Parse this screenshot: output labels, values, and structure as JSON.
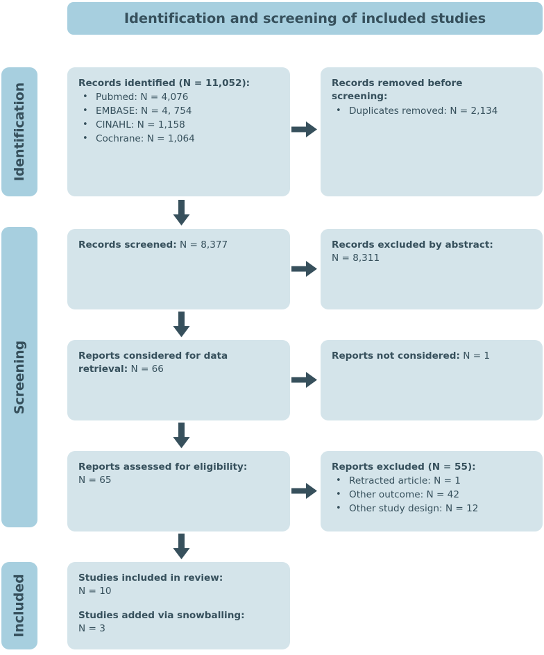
{
  "title": {
    "text": "Identification and screening of included studies"
  },
  "colors": {
    "banner": "#a7cfdf",
    "box": "#d4e4ea",
    "text": "#36505c",
    "arrow": "#37505c",
    "background": "#ffffff"
  },
  "stages": [
    {
      "id": "identification",
      "label": "Identification"
    },
    {
      "id": "screening",
      "label": "Screening"
    },
    {
      "id": "included",
      "label": "Included"
    }
  ],
  "chart_data": {
    "type": "diagram",
    "title": "Identification and screening of included studies",
    "flow": "PRISMA study selection flow",
    "nodes": [
      {
        "id": "records-identified",
        "column": "left",
        "stage": "Identification",
        "heading": "Records identified (N = 11,052):",
        "items": [
          "Pubmed: N = 4,076",
          "EMBASE: N = 4, 754",
          "CINAHL: N = 1,158",
          "Cochrane: N = 1,064"
        ],
        "value": 11052
      },
      {
        "id": "records-removed",
        "column": "right",
        "stage": "Identification",
        "heading": "Records removed before screening:",
        "items": [
          "Duplicates removed: N = 2,134"
        ],
        "value": 2134
      },
      {
        "id": "records-screened",
        "column": "left",
        "stage": "Screening",
        "heading": "Records screened:",
        "value_text": "N = 8,377",
        "value": 8377
      },
      {
        "id": "records-excluded-abstract",
        "column": "right",
        "stage": "Screening",
        "heading": "Records excluded by abstract:",
        "value_text": "N = 8,311",
        "value": 8311
      },
      {
        "id": "reports-considered",
        "column": "left",
        "stage": "Screening",
        "heading": "Reports considered for data retrieval:",
        "value_text": "N = 66",
        "value": 66
      },
      {
        "id": "reports-not-considered",
        "column": "right",
        "stage": "Screening",
        "heading": "Reports not considered:",
        "value_text": "N = 1",
        "value": 1
      },
      {
        "id": "reports-assessed",
        "column": "left",
        "stage": "Screening",
        "heading": "Reports assessed for eligibility:",
        "value_text": "N = 65",
        "value": 65
      },
      {
        "id": "reports-excluded",
        "column": "right",
        "stage": "Screening",
        "heading": "Reports excluded (N = 55):",
        "items": [
          "Retracted article: N = 1",
          "Other outcome: N = 42",
          "Other study design: N = 12"
        ],
        "value": 55
      },
      {
        "id": "studies-included",
        "column": "left",
        "stage": "Included",
        "heading": "Studies included in review:",
        "value_text": "N = 10",
        "value": 10,
        "heading2": "Studies added via snowballing:",
        "value_text2": "N = 3",
        "value2": 3
      }
    ],
    "edges": [
      {
        "from": "records-identified",
        "to": "records-removed",
        "direction": "right"
      },
      {
        "from": "records-identified",
        "to": "records-screened",
        "direction": "down"
      },
      {
        "from": "records-screened",
        "to": "records-excluded-abstract",
        "direction": "right"
      },
      {
        "from": "records-screened",
        "to": "reports-considered",
        "direction": "down"
      },
      {
        "from": "reports-considered",
        "to": "reports-not-considered",
        "direction": "right"
      },
      {
        "from": "reports-considered",
        "to": "reports-assessed",
        "direction": "down"
      },
      {
        "from": "reports-assessed",
        "to": "reports-excluded",
        "direction": "right"
      },
      {
        "from": "reports-assessed",
        "to": "studies-included",
        "direction": "down"
      }
    ]
  },
  "boxes": {
    "records_identified": {
      "heading": "Records identified (N = 11,052):",
      "items": [
        "Pubmed: N = 4,076",
        "EMBASE: N = 4, 754",
        "CINAHL: N = 1,158",
        "Cochrane: N = 1,064"
      ]
    },
    "records_removed": {
      "heading": "Records removed before screening:",
      "items": [
        "Duplicates removed: N = 2,134"
      ]
    },
    "records_screened": {
      "label": "Records screened:",
      "value": " N = 8,377"
    },
    "records_excluded_abstract": {
      "label": "Records excluded by abstract:",
      "value": "N = 8,311"
    },
    "reports_considered": {
      "label_line1": "Reports considered for data",
      "label_line2": "retrieval:",
      "value": " N = 66"
    },
    "reports_not_considered": {
      "label": "Reports not considered:",
      "value": " N = 1"
    },
    "reports_assessed": {
      "label": "Reports assessed for eligibility:",
      "value": "N = 65"
    },
    "reports_excluded": {
      "heading": "Reports excluded (N = 55):",
      "items": [
        "Retracted article: N = 1",
        "Other outcome: N = 42",
        "Other study design: N = 12"
      ]
    },
    "studies_included": {
      "label": "Studies included in review:",
      "value": "N = 10",
      "label2": "Studies added via snowballing:",
      "value2": "N = 3"
    }
  }
}
